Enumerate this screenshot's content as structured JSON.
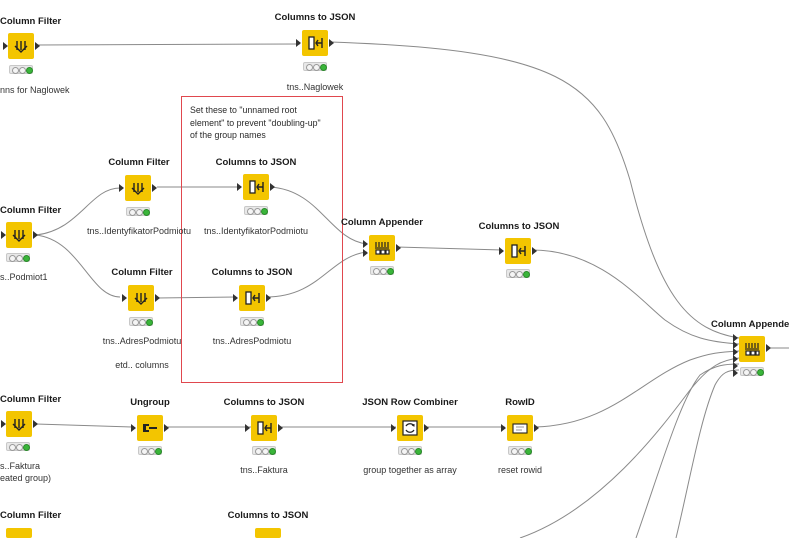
{
  "colors": {
    "node_fill": "#f3c500",
    "edge": "#888888",
    "annotation_border": "#e0484e",
    "status_ok": "#3ab53a"
  },
  "annotation": {
    "text": "Set these to \"unnamed root\nelement\" to prevent \"doubling-up\"\nof the group names"
  },
  "nodes": {
    "cf_top": {
      "title": "Column Filter",
      "desc": "nns for Naglowek",
      "icon": "column-filter-icon"
    },
    "ctj_top": {
      "title": "Columns to JSON",
      "desc": "tns..Naglowek",
      "icon": "columns-to-json-icon"
    },
    "cf_left2": {
      "title": "Column Filter",
      "desc": "s..Podmiot1",
      "icon": "column-filter-icon"
    },
    "cf_mid1": {
      "title": "Column Filter",
      "desc": "tns..IdentyfikatorPodmiotu",
      "icon": "column-filter-icon"
    },
    "cf_mid2": {
      "title": "Column Filter",
      "desc": "tns..AdresPodmiotu",
      "desc2": "etd.. columns",
      "icon": "column-filter-icon"
    },
    "ctj_mid1": {
      "title": "Columns to JSON",
      "desc": "tns..IdentyfikatorPodmiotu",
      "icon": "columns-to-json-icon"
    },
    "ctj_mid2": {
      "title": "Columns to JSON",
      "desc": "tns..AdresPodmiotu",
      "icon": "columns-to-json-icon"
    },
    "ca_mid": {
      "title": "Column Appender",
      "desc": "",
      "icon": "column-appender-icon"
    },
    "ctj_right": {
      "title": "Columns to JSON",
      "desc": "",
      "icon": "columns-to-json-icon"
    },
    "ca_right": {
      "title": "Column Appender",
      "desc": "",
      "icon": "column-appender-icon"
    },
    "cf_left3": {
      "title": "Column Filter",
      "desc": "s..Faktura",
      "desc2": "eated group)",
      "icon": "column-filter-icon"
    },
    "ungroup": {
      "title": "Ungroup",
      "desc": "",
      "icon": "ungroup-icon"
    },
    "ctj_bot": {
      "title": "Columns to JSON",
      "desc": "tns..Faktura",
      "icon": "columns-to-json-icon"
    },
    "jrc": {
      "title": "JSON Row Combiner",
      "desc": "group together as array",
      "icon": "json-row-combiner-icon"
    },
    "rowid": {
      "title": "RowID",
      "desc": "reset rowid",
      "icon": "rowid-icon"
    },
    "cf_left4": {
      "title": "Column Filter",
      "desc": "",
      "icon": "column-filter-icon"
    },
    "ctj_bot2": {
      "title": "Columns to JSON",
      "desc": "",
      "icon": "columns-to-json-icon"
    }
  }
}
